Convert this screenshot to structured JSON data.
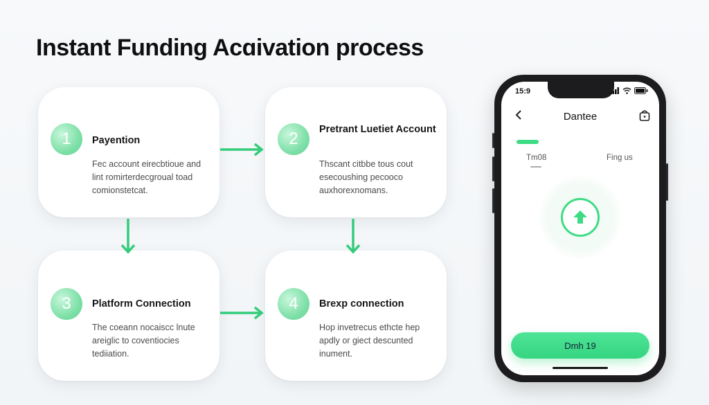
{
  "title": "Instant Funding Acɑivation process",
  "steps": [
    {
      "number": "1",
      "title": "Payention",
      "desc": "Fec account eirecbtioue and lint romirterdecgroual toad comionstetcat."
    },
    {
      "number": "2",
      "title": "Pretrant Luetiet Account",
      "desc": "Thscant citbbe tous cout esecoushing pecooco auxhorexnomans."
    },
    {
      "number": "3",
      "title": "Platform Connection",
      "desc": "The coeann nocaiscc lnute areiglic to coventiocies tediiation."
    },
    {
      "number": "4",
      "title": "Brexp connection",
      "desc": "Hop invetrecus ethcte hep apdly or giect descunted inument."
    }
  ],
  "phone": {
    "time": "15:9",
    "screen_title": "Dantee",
    "tabs": [
      "Tm08",
      "Fing us"
    ],
    "progress": 1.0,
    "cta_label": "Dmh 19"
  },
  "colors": {
    "accent": "#3ddc84",
    "arrow": "#33cc7a"
  },
  "icons": {
    "back": "chevron-left-icon",
    "upload": "arrow-up-icon",
    "top_right": "bag-icon"
  }
}
